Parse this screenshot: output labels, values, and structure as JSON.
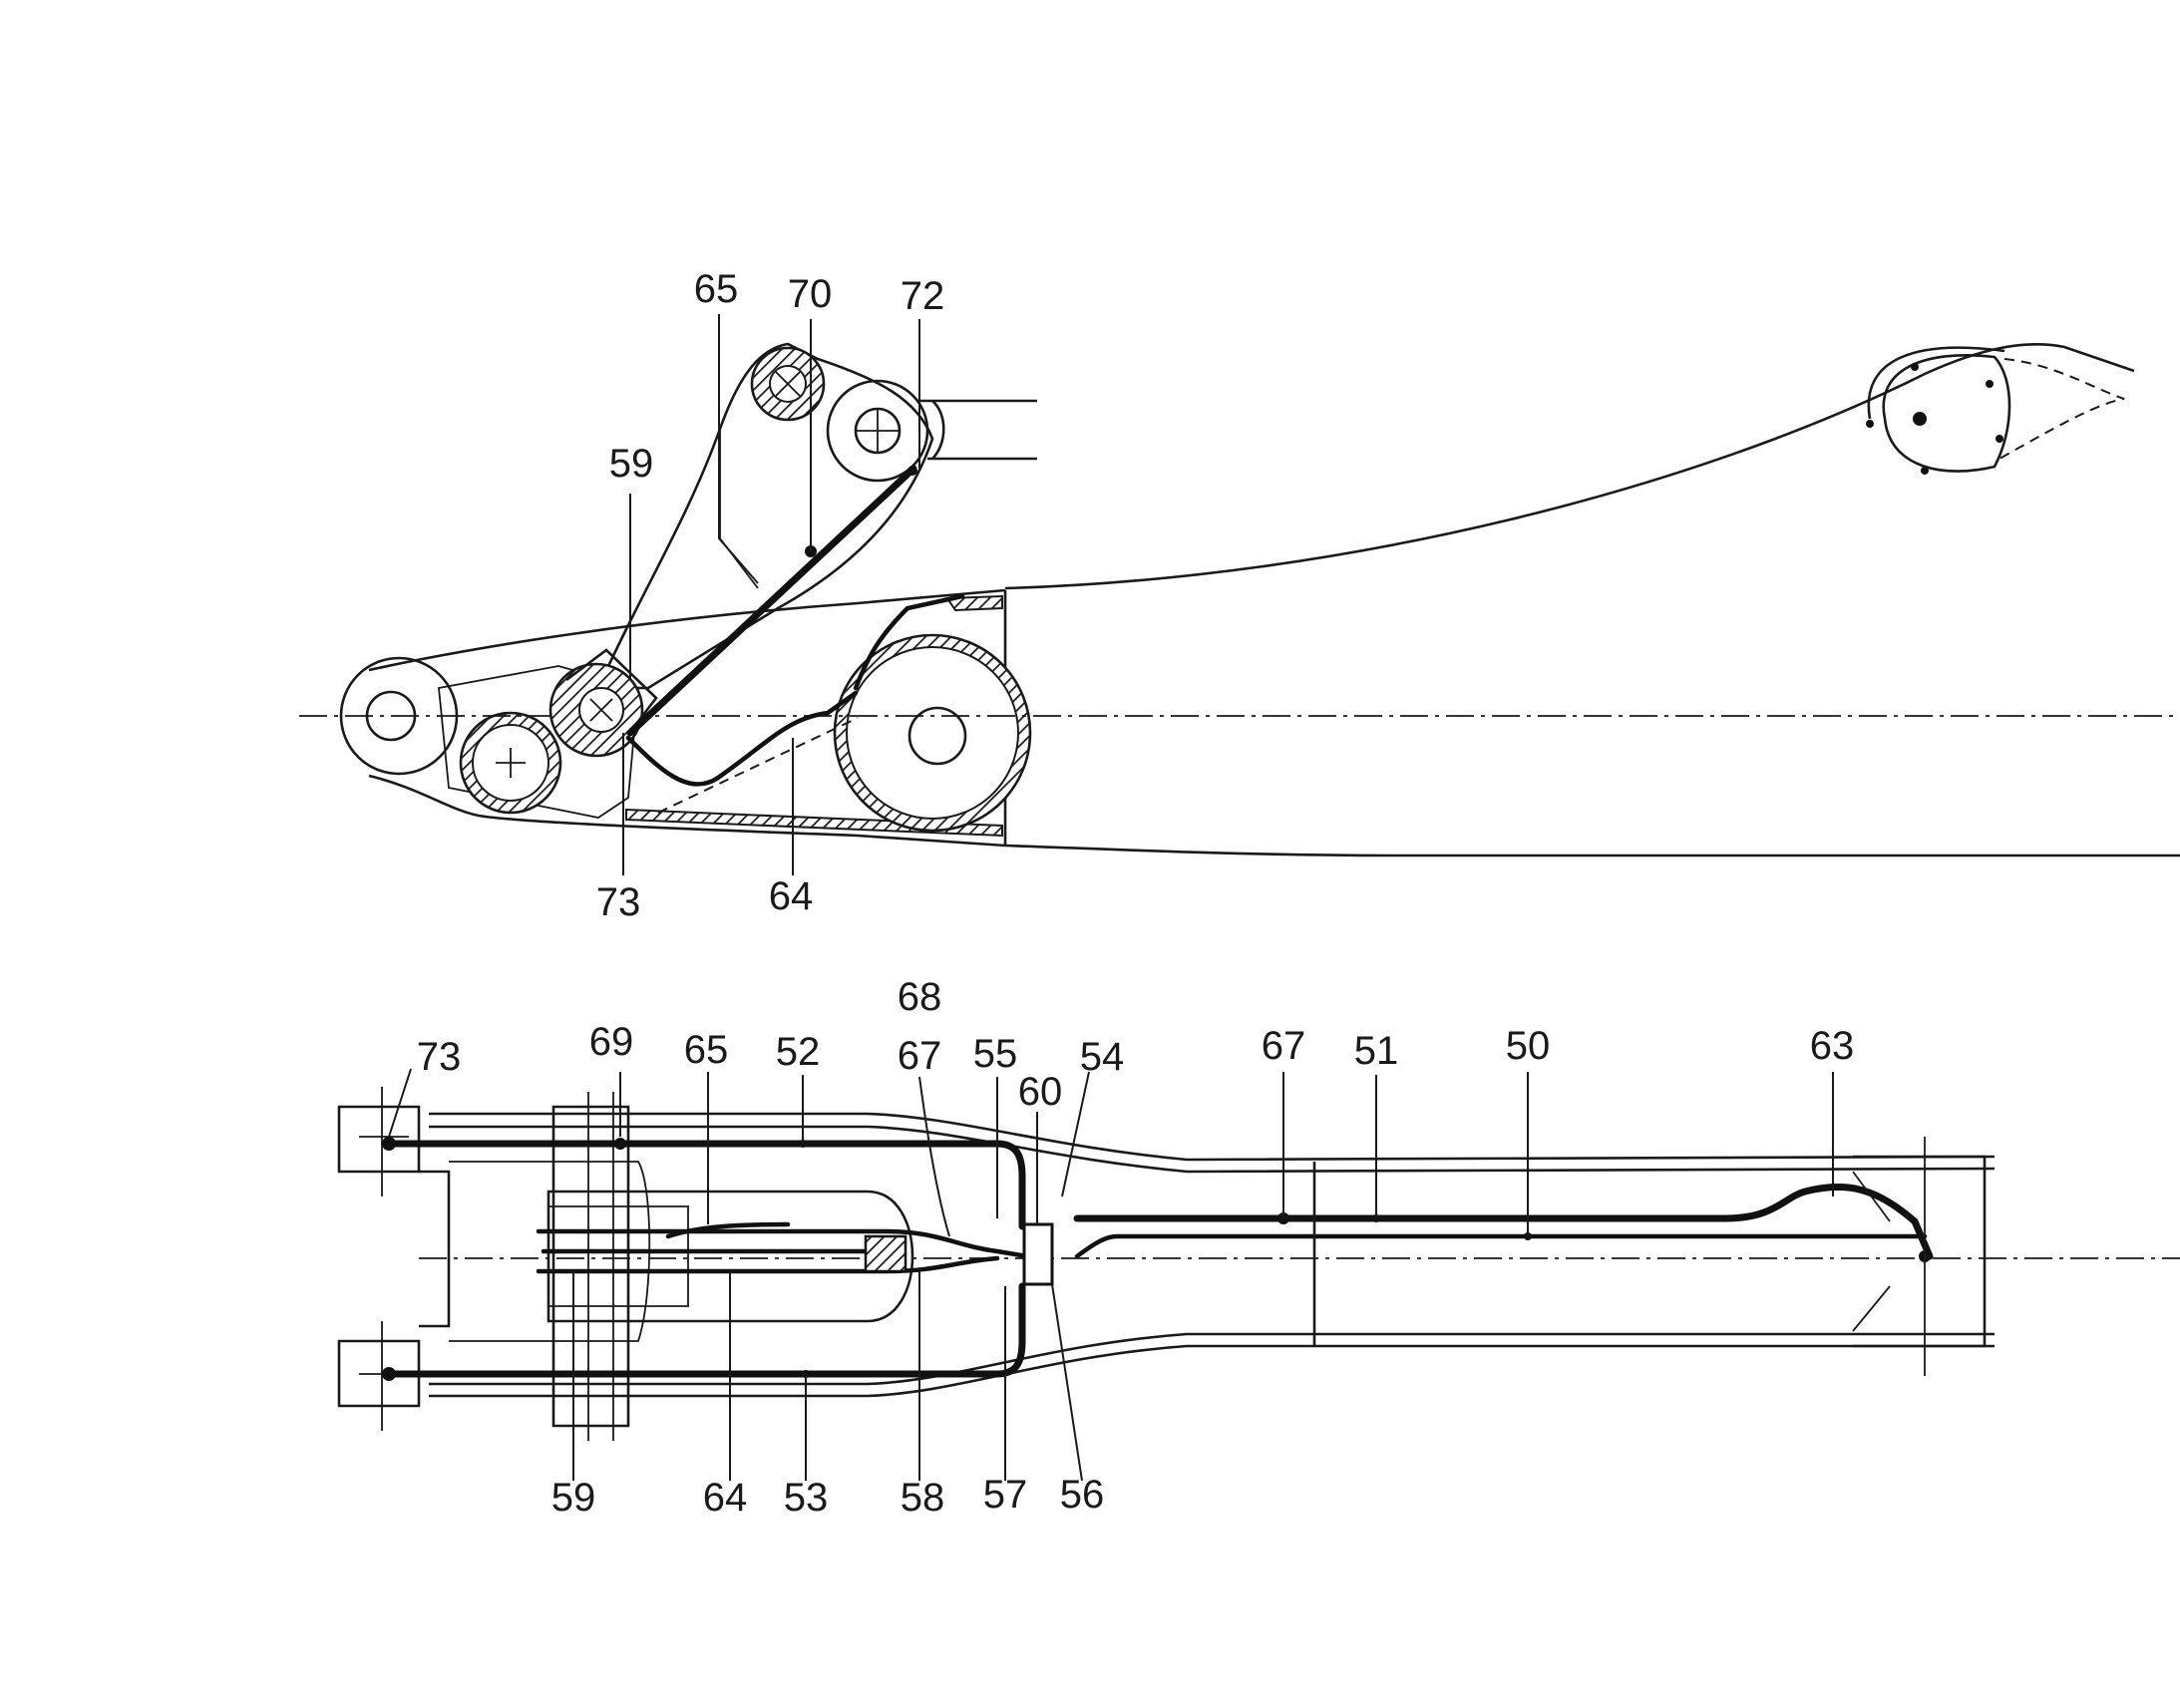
{
  "top_view": {
    "labels": [
      {
        "id": "65",
        "text": "65"
      },
      {
        "id": "70",
        "text": "70"
      },
      {
        "id": "72",
        "text": "72"
      },
      {
        "id": "59",
        "text": "59"
      },
      {
        "id": "73",
        "text": "73"
      },
      {
        "id": "64",
        "text": "64"
      }
    ]
  },
  "bottom_view": {
    "labels": [
      {
        "id": "68",
        "text": "68"
      },
      {
        "id": "73",
        "text": "73"
      },
      {
        "id": "69",
        "text": "69"
      },
      {
        "id": "65",
        "text": "65"
      },
      {
        "id": "52",
        "text": "52"
      },
      {
        "id": "67a",
        "text": "67"
      },
      {
        "id": "55",
        "text": "55"
      },
      {
        "id": "60",
        "text": "60"
      },
      {
        "id": "54",
        "text": "54"
      },
      {
        "id": "67b",
        "text": "67"
      },
      {
        "id": "51",
        "text": "51"
      },
      {
        "id": "50",
        "text": "50"
      },
      {
        "id": "63",
        "text": "63"
      },
      {
        "id": "59",
        "text": "59"
      },
      {
        "id": "64",
        "text": "64"
      },
      {
        "id": "53",
        "text": "53"
      },
      {
        "id": "58",
        "text": "58"
      },
      {
        "id": "57",
        "text": "57"
      },
      {
        "id": "56",
        "text": "56"
      }
    ]
  }
}
